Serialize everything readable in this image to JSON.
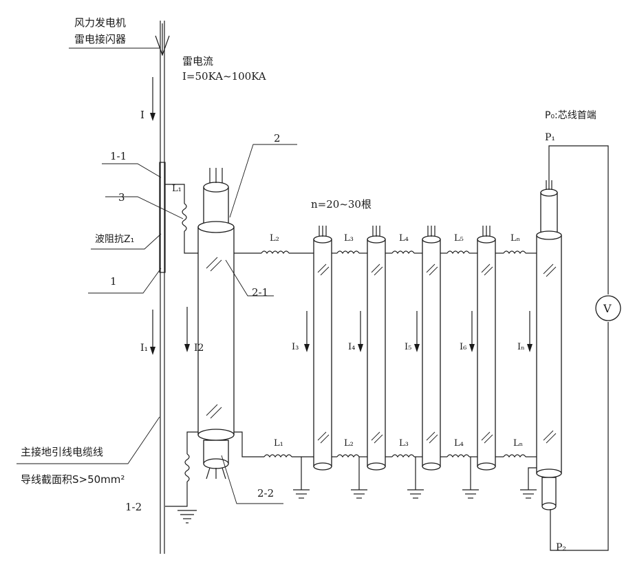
{
  "labels": {
    "turbine_line1": "风力发电机",
    "turbine_line2": "雷电接闪器",
    "lightning_current": "雷电流",
    "current_range": "I=50KA~100KA",
    "I": "I",
    "ref_1_1": "1-1",
    "L1": "L₁",
    "ref_3": "3",
    "impedance": "波阻抗Z₁",
    "ref_1": "1",
    "I1": "I₁",
    "main_cable": "主接地引线电缆线",
    "cross_section": "导线截面积S>50mm²",
    "ref_1_2": "1-2",
    "ref_2": "2",
    "ref_2_1": "2-1",
    "ref_2_2": "2-2",
    "I2": "I2",
    "count": "n=20~30根",
    "top_L": [
      "L₂",
      "L₃",
      "L₄",
      "L₅",
      "Lₙ"
    ],
    "bot_L": [
      "L₁",
      "L₂",
      "L₃",
      "L₄",
      "Lₙ"
    ],
    "branch_I": [
      "I₃",
      "I₄",
      "I₅",
      "I₆",
      "Iₙ"
    ],
    "p0": "P₀:芯线首端",
    "p1": "P₁",
    "p2": "P₂",
    "voltmeter": "V"
  }
}
